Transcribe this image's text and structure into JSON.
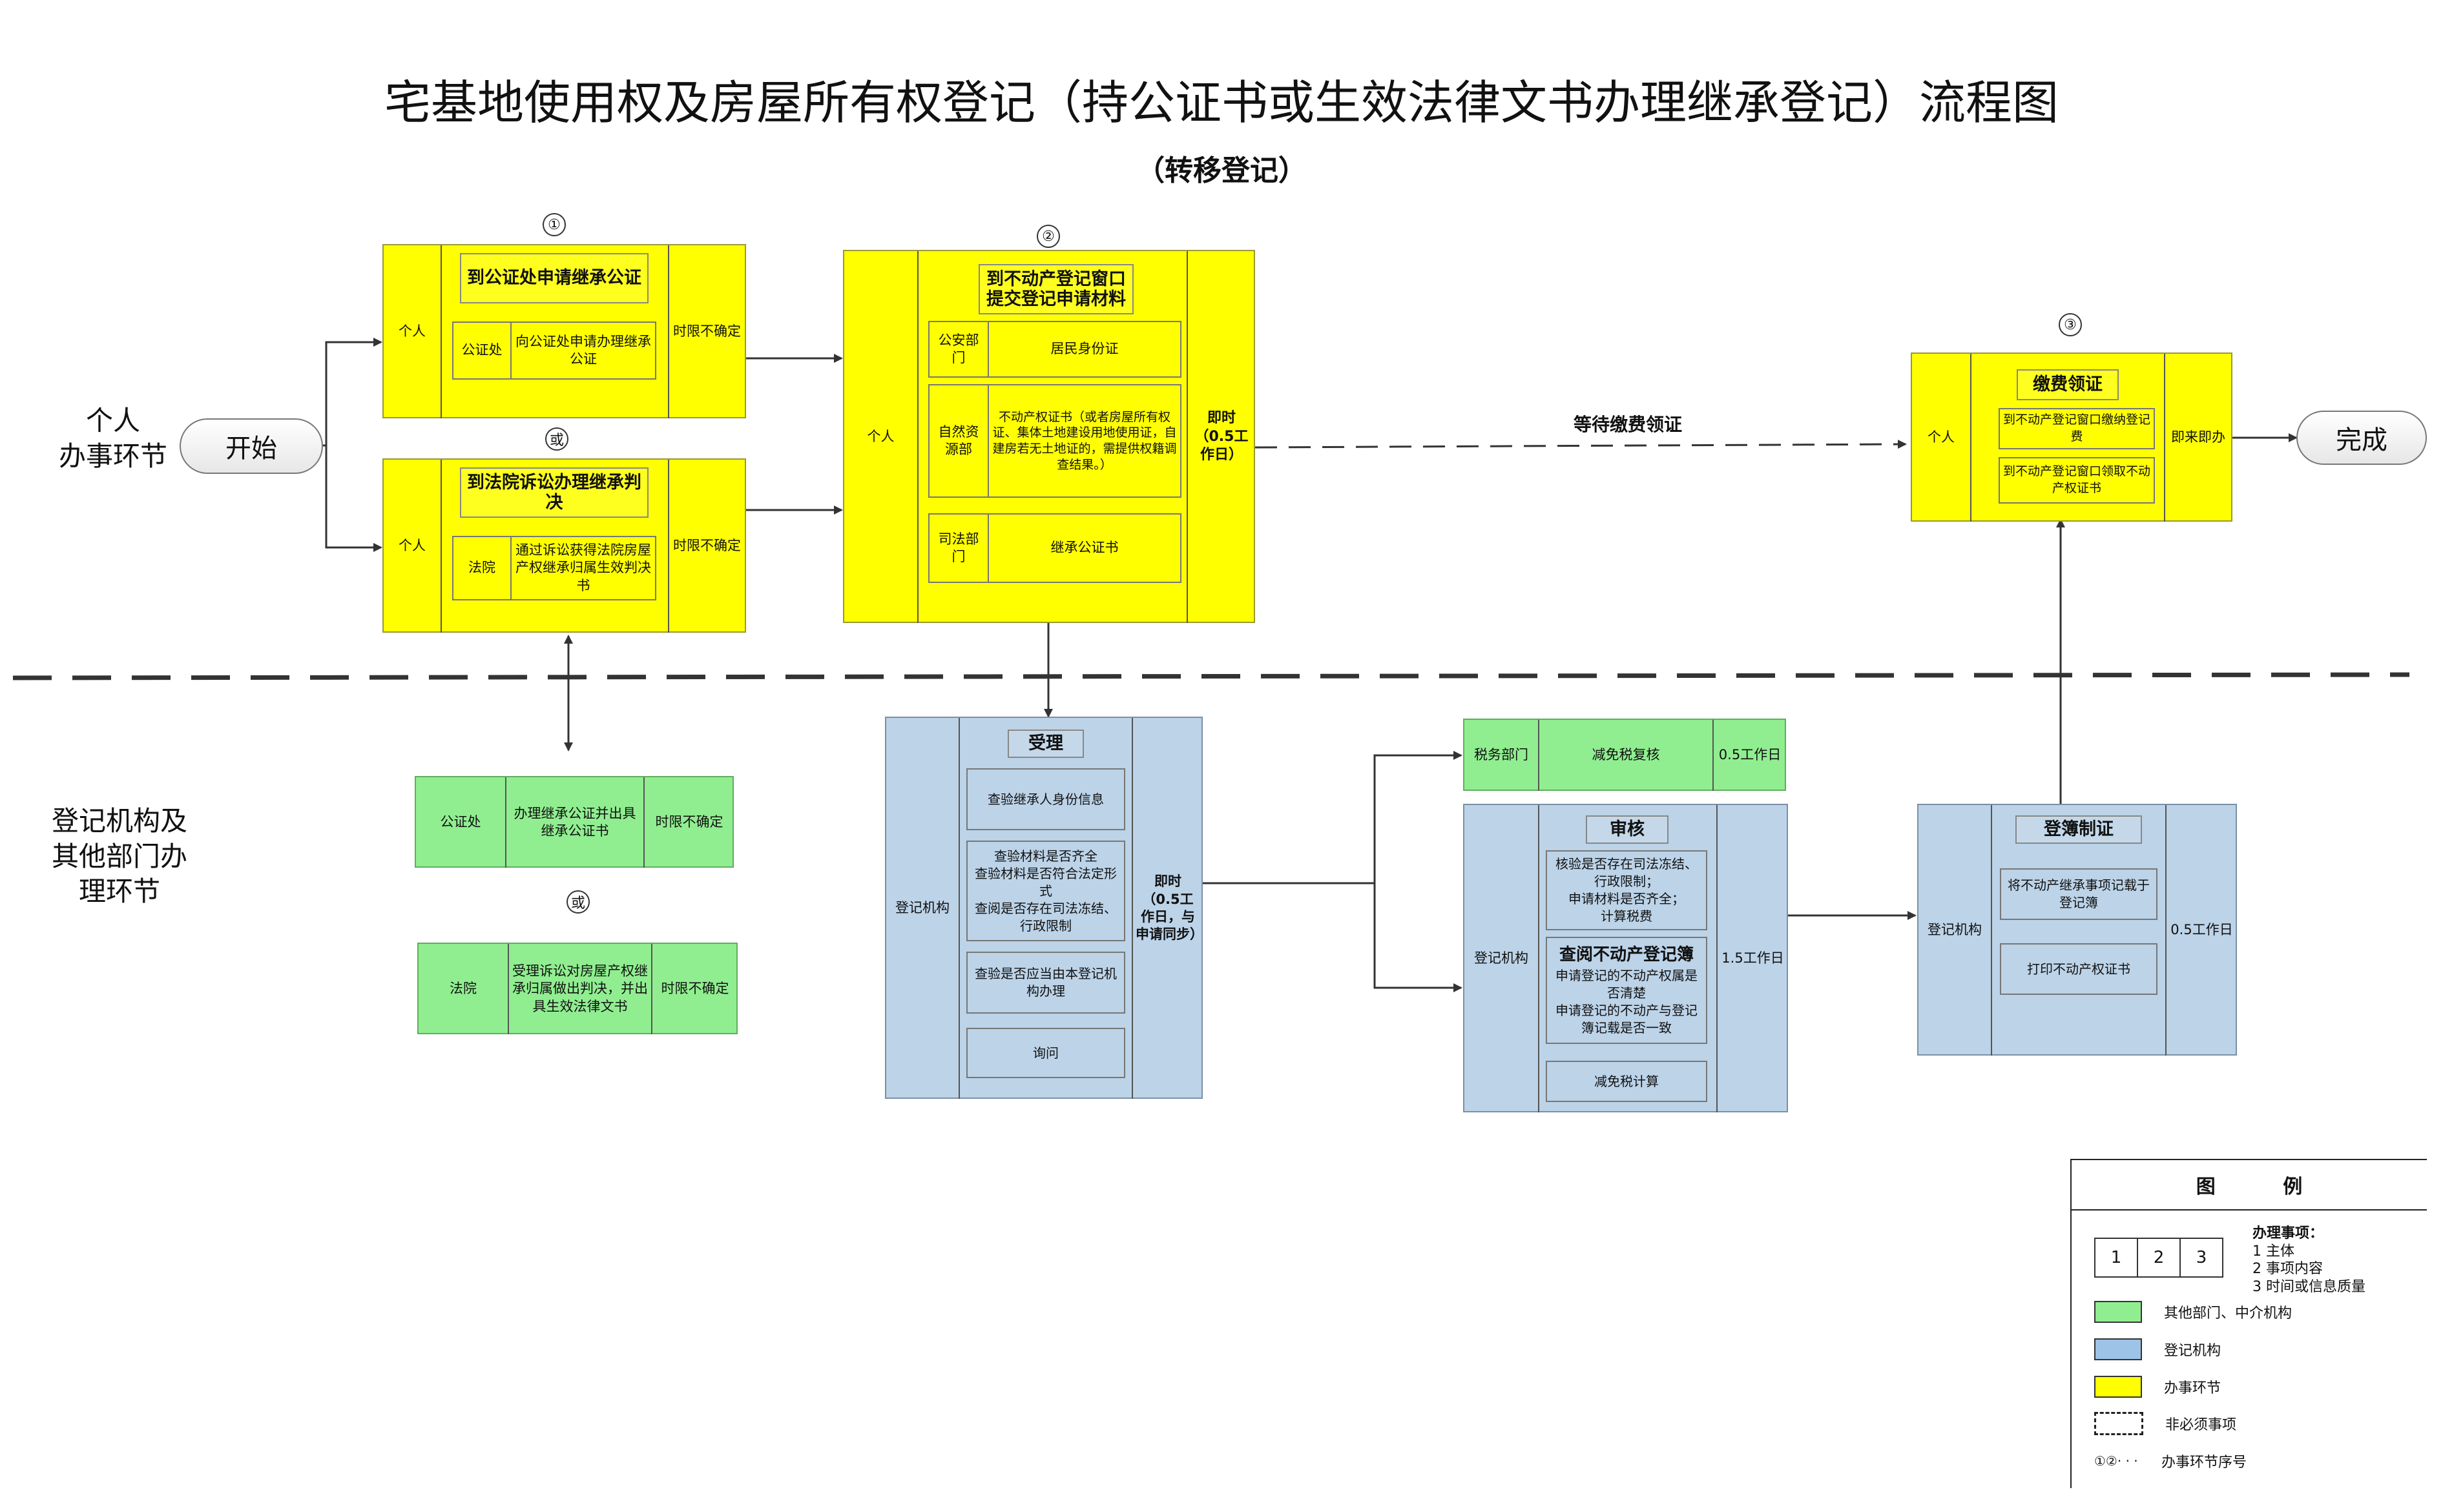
{
  "title": "宅基地使用权及房屋所有权登记（持公证书或生效法律文书办理继承登记）流程图",
  "subtitle": "（转移登记）",
  "lanes": {
    "personal": "个人\n办事环节",
    "agency": "登记机构及\n其他部门办\n理环节"
  },
  "terminals": {
    "start": "开始",
    "end": "完成"
  },
  "or_label": "或",
  "step_numbers": [
    "①",
    "②",
    "③"
  ],
  "step1a": {
    "header": "到公证处申请继承公证",
    "subject": "个人",
    "org": "公证处",
    "content": "向公证处申请办理继承公证",
    "time": "时限不确定"
  },
  "step1b": {
    "header": "到法院诉讼办理继承判决",
    "subject": "个人",
    "org": "法院",
    "content": "通过诉讼获得法院房屋产权继承归属生效判决书",
    "time": "时限不确定"
  },
  "step2": {
    "header": "到不动产登记窗口提交登记申请材料",
    "subject": "个人",
    "time": "即时（0.5工作日）",
    "rows": [
      {
        "org": "公安部门",
        "content": "居民身份证"
      },
      {
        "org": "自然资源部",
        "content": "不动产权证书（或者房屋所有权证、集体土地建设用地使用证，自建房若无土地证的，需提供权籍调查结果。）"
      },
      {
        "org": "司法部门",
        "content": "继承公证书"
      }
    ]
  },
  "wait_label": "等待缴费领证",
  "step3": {
    "header": "缴费领证",
    "subject": "个人",
    "items": [
      "到不动产登记窗口缴纳登记费",
      "到不动产登记窗口领取不动产权证书"
    ],
    "time": "即来即办"
  },
  "green1": {
    "org": "公证处",
    "content": "办理继承公证并出具继承公证书",
    "time": "时限不确定"
  },
  "green2": {
    "org": "法院",
    "content": "受理诉讼对房屋产权继承归属做出判决，并出具生效法律文书",
    "time": "时限不确定"
  },
  "accept": {
    "header": "受理",
    "org": "登记机构",
    "items": [
      "查验继承人身份信息",
      "查验材料是否齐全\n查验材料是否符合法定形式\n查阅是否存在司法冻结、行政限制",
      "查验是否应当由本登记机构办理",
      "询问"
    ],
    "time": "即时（0.5工作日，与申请同步）"
  },
  "tax": {
    "org": "税务部门",
    "content": "减免税复核",
    "time": "0.5工作日"
  },
  "review": {
    "header": "审核",
    "org": "登记机构",
    "item1": "核验是否存在司法冻结、行政限制；\n申请材料是否齐全；\n计算税费",
    "item2_title": "查阅不动产登记簿",
    "item2_body": "申请登记的不动产权属是否清楚\n申请登记的不动产与登记簿记载是否一致",
    "item3": "减免税计算",
    "time": "1.5工作日"
  },
  "register": {
    "header": "登簿制证",
    "org": "登记机构",
    "items": [
      "将不动产继承事项记载于登记簿",
      "打印不动产权证书"
    ],
    "time": "0.5工作日"
  },
  "legend": {
    "title": "图          例",
    "cells": [
      "1",
      "2",
      "3"
    ],
    "matters_title": "办理事项：",
    "matters": [
      "1 主体",
      "2 事项内容",
      "3 时间或信息质量"
    ],
    "items": [
      {
        "label": "其他部门、中介机构",
        "color": "#90ee90"
      },
      {
        "label": "登记机构",
        "color": "#9dc3e6"
      },
      {
        "label": "办事环节",
        "color": "#ffff00"
      }
    ],
    "dashed_label": "非必须事项",
    "seq_symbol": "①②· · ·",
    "seq_label": "办事环节序号"
  }
}
